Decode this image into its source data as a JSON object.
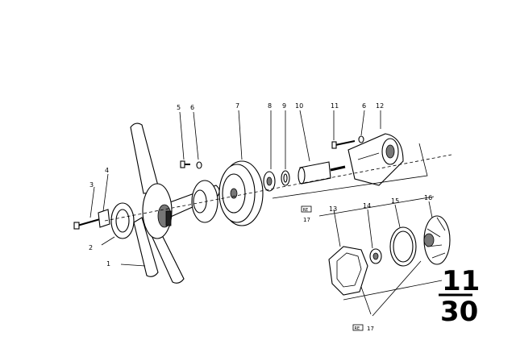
{
  "callouts": [
    {
      "id": "c1",
      "label": "1"
    },
    {
      "id": "c2",
      "label": "2"
    },
    {
      "id": "c3",
      "label": "3"
    },
    {
      "id": "c4",
      "label": "4"
    },
    {
      "id": "c5",
      "label": "5"
    },
    {
      "id": "c6a",
      "label": "6"
    },
    {
      "id": "c7",
      "label": "7"
    },
    {
      "id": "c8",
      "label": "8"
    },
    {
      "id": "c9",
      "label": "9"
    },
    {
      "id": "c10",
      "label": "10"
    },
    {
      "id": "c11",
      "label": "11"
    },
    {
      "id": "c6b",
      "label": "6"
    },
    {
      "id": "c12",
      "label": "12"
    },
    {
      "id": "c13",
      "label": "13"
    },
    {
      "id": "c14",
      "label": "14"
    },
    {
      "id": "c15",
      "label": "15"
    },
    {
      "id": "c16",
      "label": "16"
    }
  ],
  "references": [
    {
      "id": "r1",
      "badge": "RE",
      "label": "17"
    },
    {
      "id": "r2",
      "badge": "RE",
      "label": "17"
    }
  ],
  "page_code": {
    "top": "11",
    "bottom": "30"
  }
}
